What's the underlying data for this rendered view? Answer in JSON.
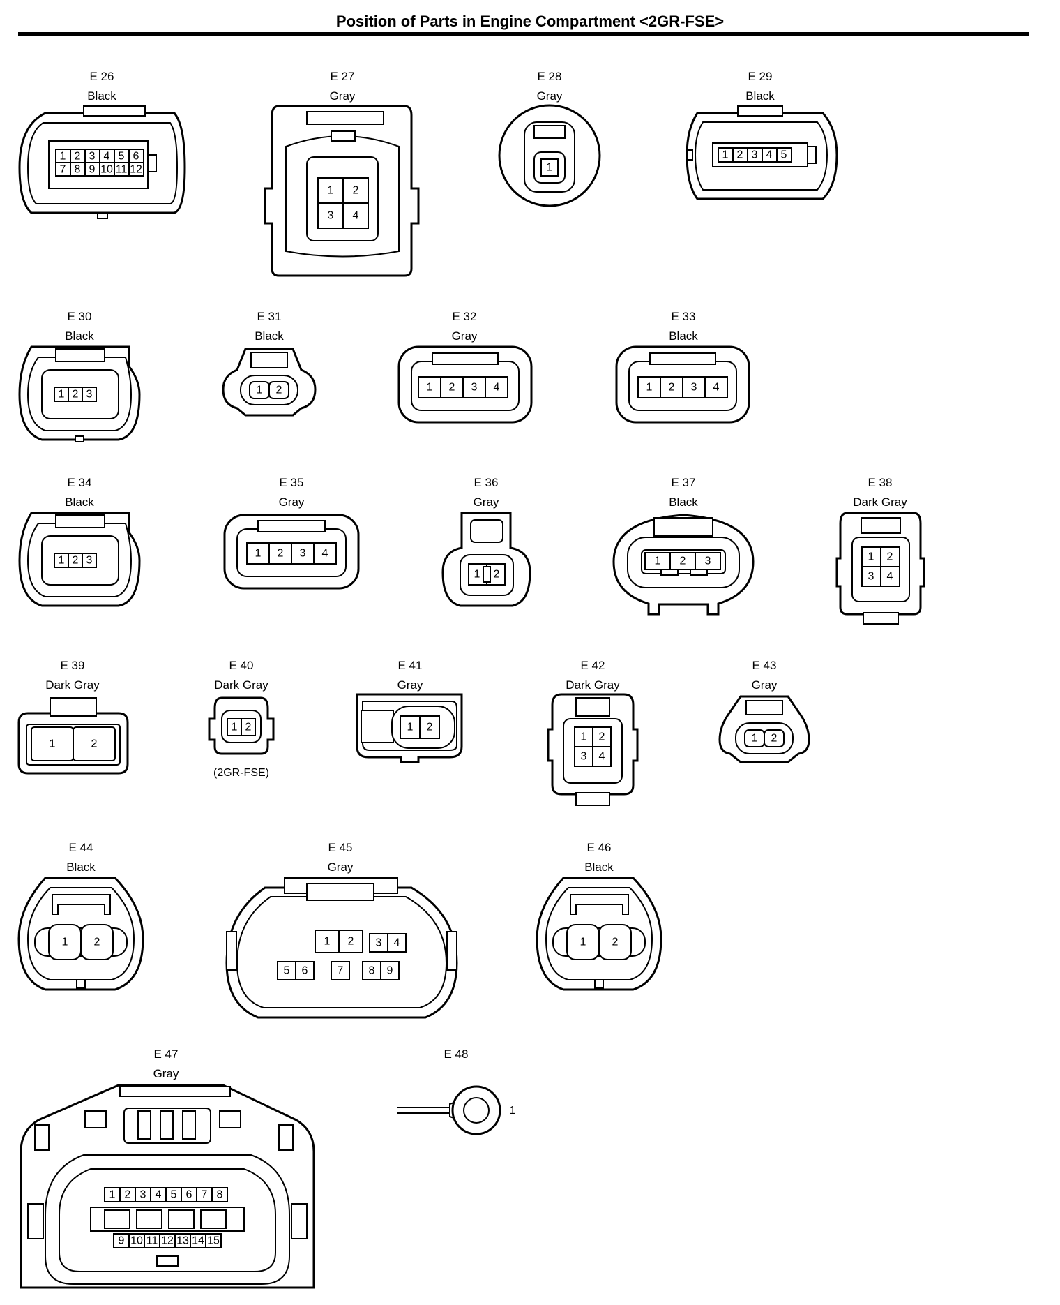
{
  "title": "Position of Parts in Engine Compartment <2GR-FSE>",
  "connectors": [
    {
      "code": "E 26",
      "color": "Black",
      "pins": [
        "1",
        "2",
        "3",
        "4",
        "5",
        "6",
        "7",
        "8",
        "9",
        "10",
        "11",
        "12"
      ]
    },
    {
      "code": "E 27",
      "color": "Gray",
      "pins": [
        "1",
        "2",
        "3",
        "4"
      ]
    },
    {
      "code": "E 28",
      "color": "Gray",
      "pins": [
        "1"
      ]
    },
    {
      "code": "E 29",
      "color": "Black",
      "pins": [
        "1",
        "2",
        "3",
        "4",
        "5"
      ]
    },
    {
      "code": "E 30",
      "color": "Black",
      "pins": [
        "1",
        "2",
        "3"
      ]
    },
    {
      "code": "E 31",
      "color": "Black",
      "pins": [
        "1",
        "2"
      ]
    },
    {
      "code": "E 32",
      "color": "Gray",
      "pins": [
        "1",
        "2",
        "3",
        "4"
      ]
    },
    {
      "code": "E 33",
      "color": "Black",
      "pins": [
        "1",
        "2",
        "3",
        "4"
      ]
    },
    {
      "code": "E 34",
      "color": "Black",
      "pins": [
        "1",
        "2",
        "3"
      ]
    },
    {
      "code": "E 35",
      "color": "Gray",
      "pins": [
        "1",
        "2",
        "3",
        "4"
      ]
    },
    {
      "code": "E 36",
      "color": "Gray",
      "pins": [
        "1",
        "2"
      ]
    },
    {
      "code": "E 37",
      "color": "Black",
      "pins": [
        "1",
        "2",
        "3"
      ]
    },
    {
      "code": "E 38",
      "color": "Dark Gray",
      "pins": [
        "1",
        "2",
        "3",
        "4"
      ]
    },
    {
      "code": "E 39",
      "color": "Dark Gray",
      "pins": [
        "1",
        "2"
      ]
    },
    {
      "code": "E 40",
      "color": "Dark Gray",
      "pins": [
        "1",
        "2"
      ],
      "note": "(2GR-FSE)"
    },
    {
      "code": "E 41",
      "color": "Gray",
      "pins": [
        "1",
        "2"
      ]
    },
    {
      "code": "E 42",
      "color": "Dark Gray",
      "pins": [
        "1",
        "2",
        "3",
        "4"
      ]
    },
    {
      "code": "E 43",
      "color": "Gray",
      "pins": [
        "1",
        "2"
      ]
    },
    {
      "code": "E 44",
      "color": "Black",
      "pins": [
        "1",
        "2"
      ]
    },
    {
      "code": "E 45",
      "color": "Gray",
      "pins": [
        "1",
        "2",
        "3",
        "4",
        "5",
        "6",
        "7",
        "8",
        "9"
      ]
    },
    {
      "code": "E 46",
      "color": "Black",
      "pins": [
        "1",
        "2"
      ]
    },
    {
      "code": "E 47",
      "color": "Gray",
      "pins": [
        "1",
        "2",
        "3",
        "4",
        "5",
        "6",
        "7",
        "8",
        "9",
        "10",
        "11",
        "12",
        "13",
        "14",
        "15"
      ]
    },
    {
      "code": "E 48",
      "color": "",
      "pins": [
        "1"
      ]
    }
  ]
}
